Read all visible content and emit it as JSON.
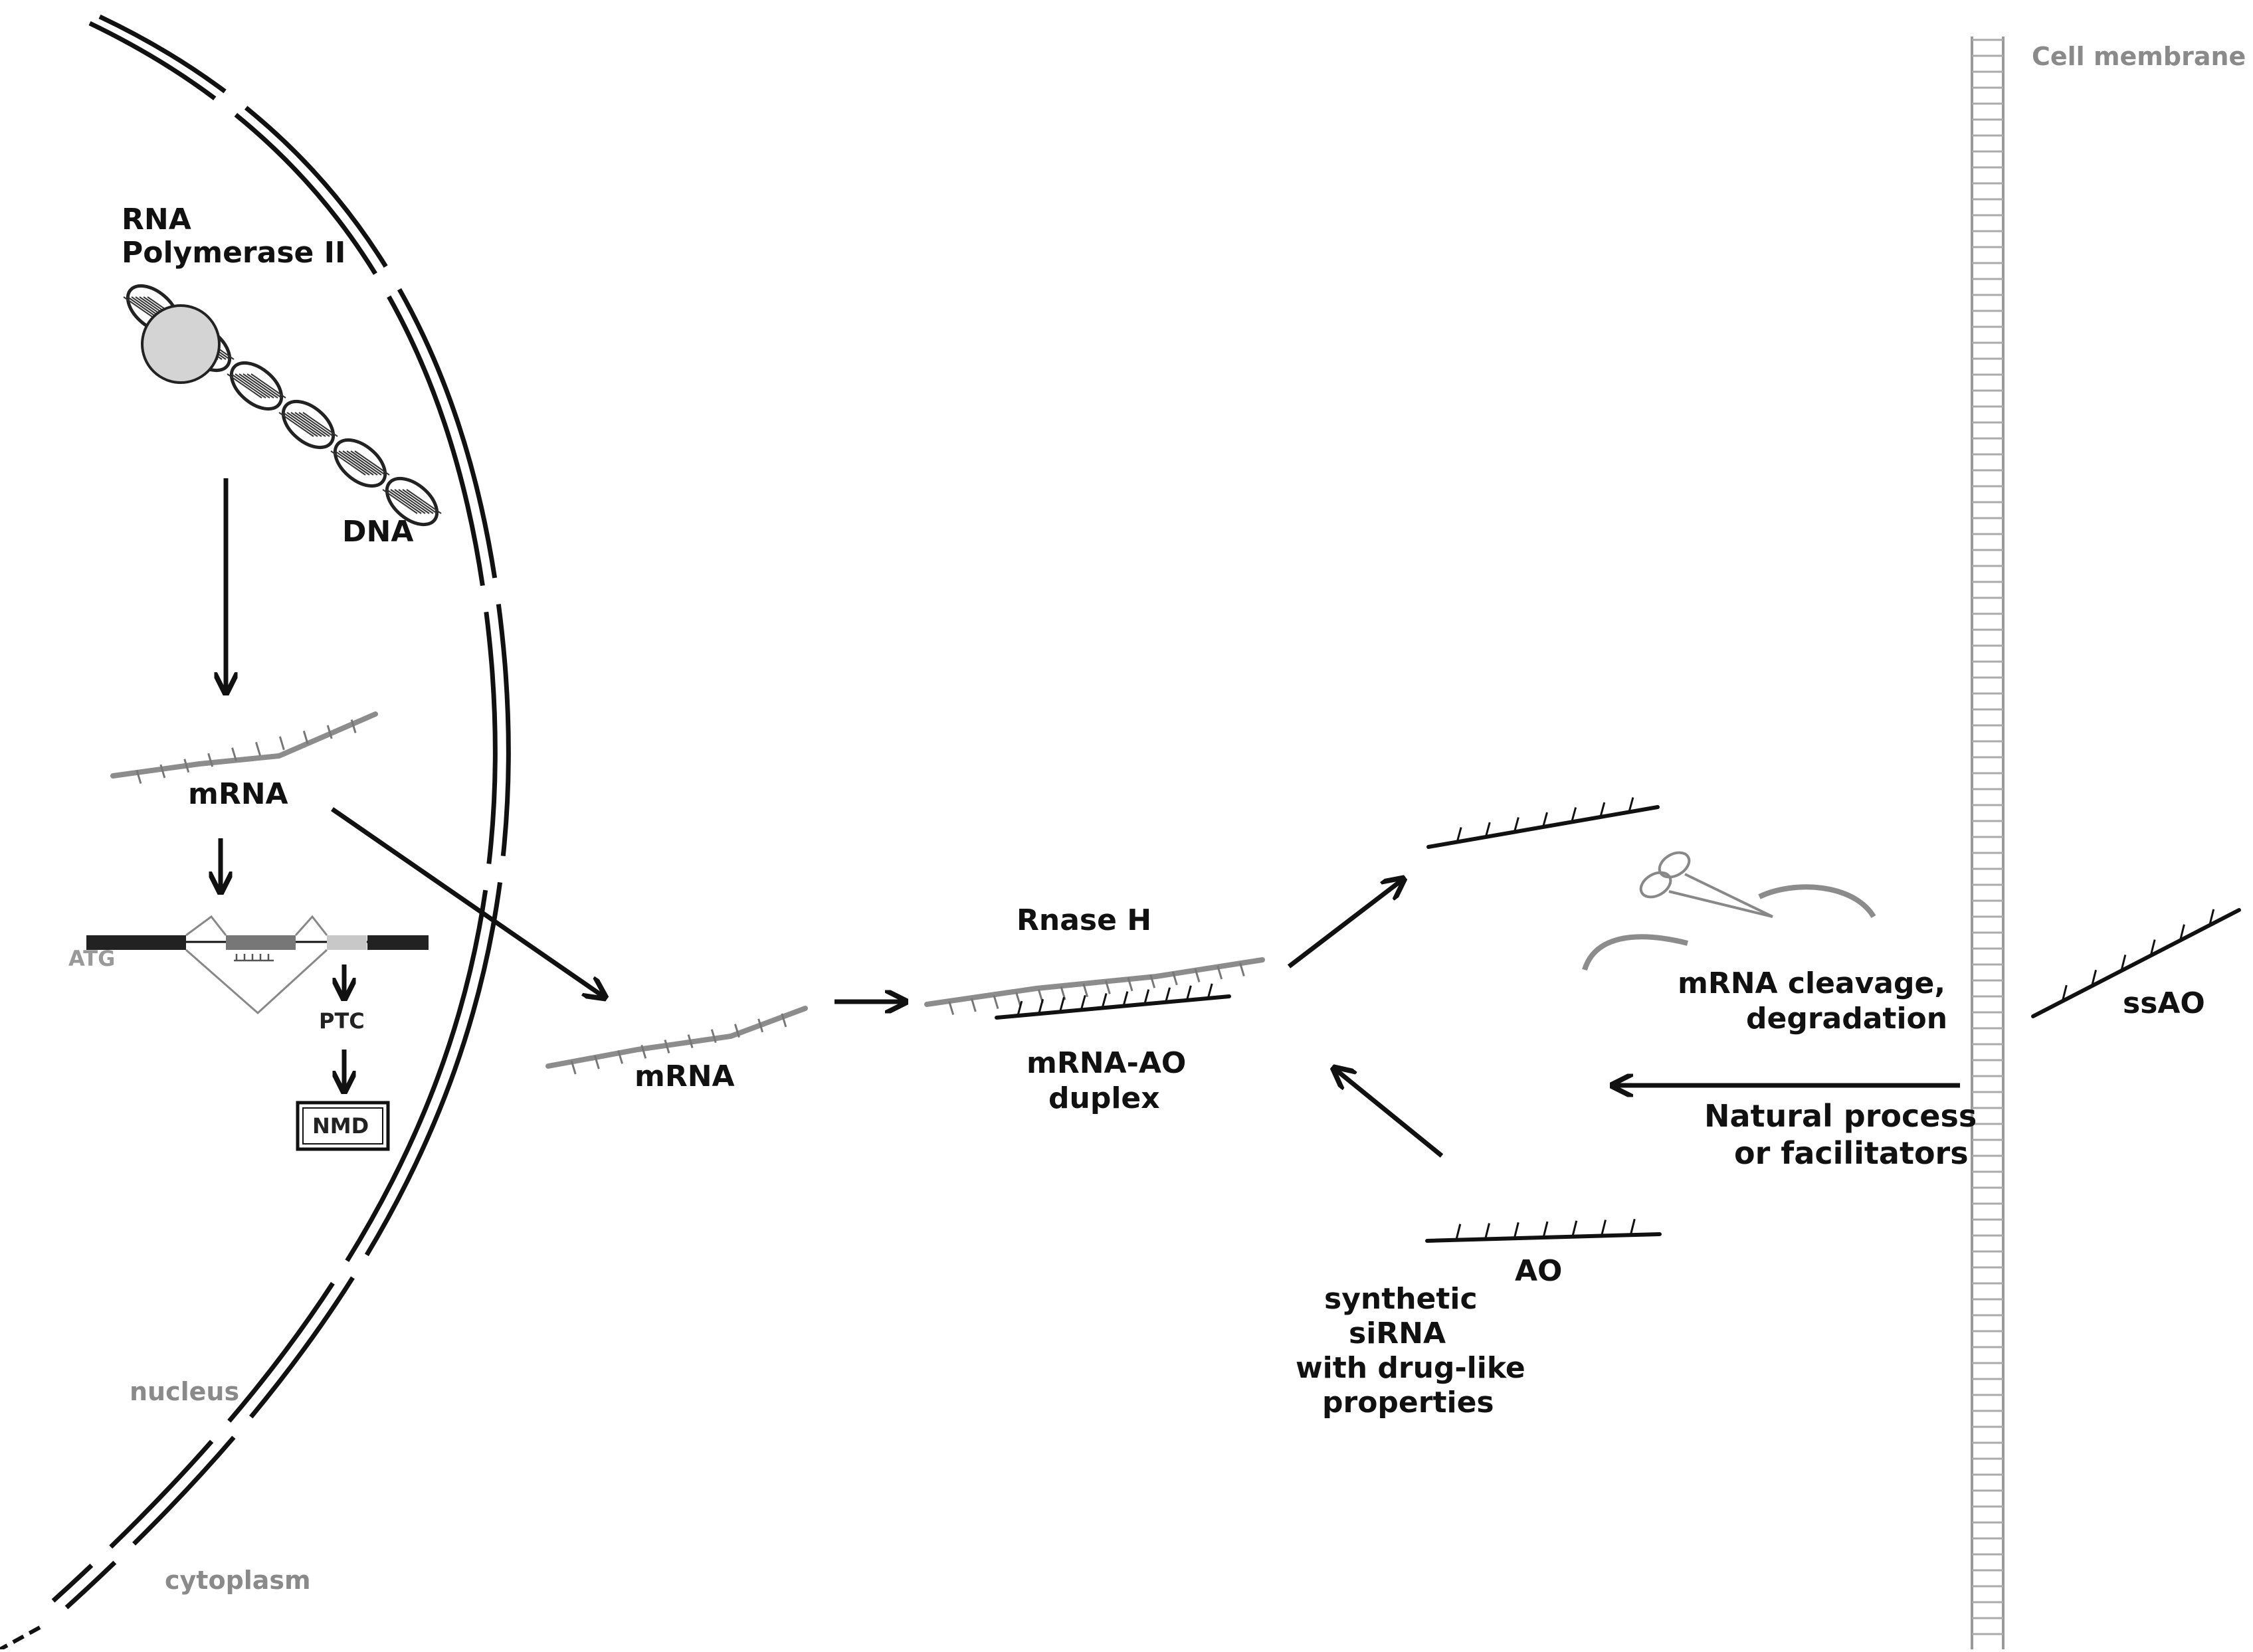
{
  "labels": {
    "rna_polymerase_line1": "RNA",
    "rna_polymerase_line2": "Polymerase II",
    "dna": "DNA",
    "mrna_nucleus": "mRNA",
    "atg": "ATG",
    "ptc": "PTC",
    "nmd": "NMD",
    "mrna_cytoplasm": "mRNA",
    "rnase_h": "Rnase H",
    "duplex_line1": "mRNA-AO",
    "duplex_line2": "duplex",
    "cleavage_line1": "mRNA cleavage,",
    "cleavage_line2": "degradation",
    "ssao": "ssAO",
    "natural_line1": "Natural process",
    "natural_line2": "or facilitators",
    "ao": "AO",
    "sirna_line1": "synthetic",
    "sirna_line2": "siRNA",
    "sirna_line3": "with drug-like",
    "sirna_line4": "properties",
    "cell_membrane": "Cell membrane",
    "nucleus": "nucleus",
    "cytoplasm": "cytoplasm"
  },
  "colors": {
    "ink": "#111111",
    "strand_gray": "#8c8c8c",
    "label_gray": "#8a8a8a",
    "polymerase_fill": "#d4d4d4"
  }
}
